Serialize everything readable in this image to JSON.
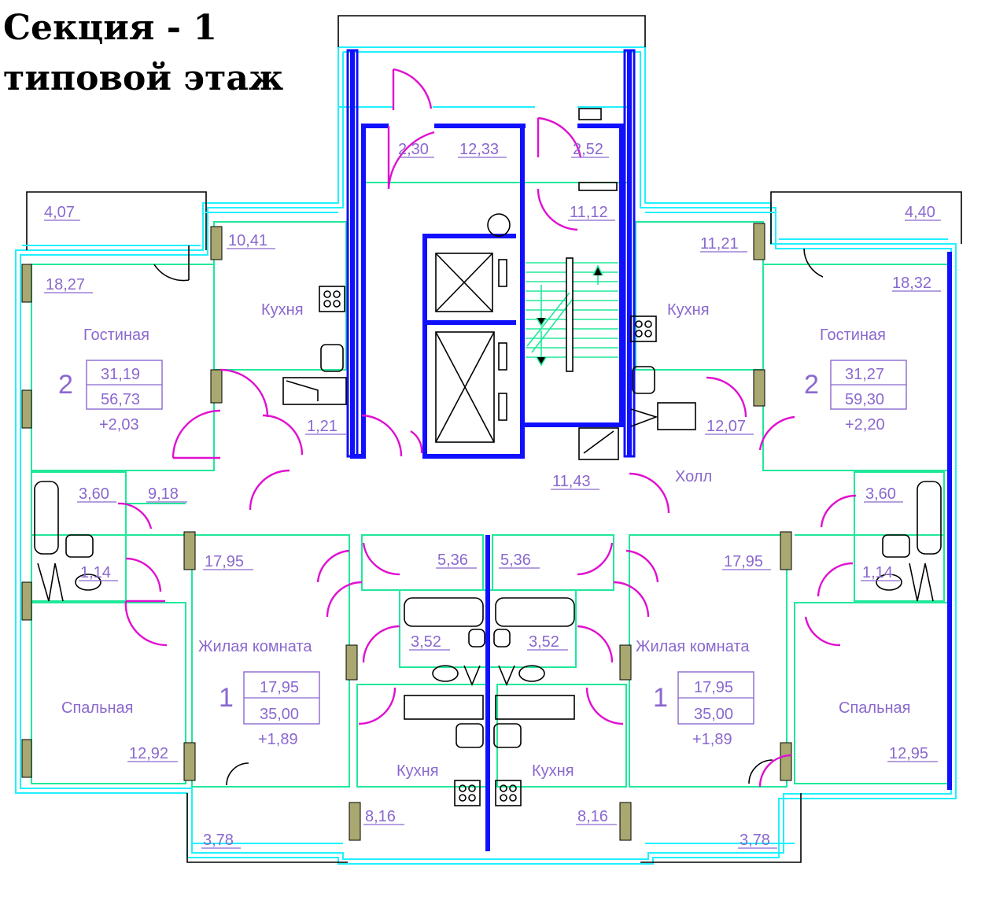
{
  "title_line1": "Секция - 1",
  "title_line2": "типовой этаж",
  "labels": {
    "a_230": "2,30",
    "a_1233": "12,33",
    "a_252": "2,52",
    "a_1112": "11,12",
    "a_407": "4,07",
    "a_1041": "10,41",
    "a_1827": "18,27",
    "kitchen_left": "Кухня",
    "living_left": "Гостиная",
    "num_left_top": "2",
    "box_left_top_a": "31,19",
    "box_left_top_b": "56,73",
    "delta_left_top": "+2,03",
    "a_121": "1,21",
    "a_440": "4,40",
    "a_1121": "11,21",
    "a_1832": "18,32",
    "kitchen_right": "Кухня",
    "living_right": "Гостиная",
    "num_right_top": "2",
    "box_right_top_a": "31,27",
    "box_right_top_b": "59,30",
    "delta_right_top": "+2,20",
    "a_1207": "12,07",
    "a_1143": "11,43",
    "hall": "Холл",
    "a_360_l": "3,60",
    "a_918": "9,18",
    "a_114_l": "1,14",
    "a_360_r": "3,60",
    "a_114_r": "1,14",
    "a_1795_l": "17,95",
    "a_1795_r": "17,95",
    "a_536_l": "5,36",
    "a_536_r": "5,36",
    "a_352_l": "3,52",
    "a_352_r": "3,52",
    "res_left": "Жилая комната",
    "res_right": "Жилая комната",
    "num_left_bot": "1",
    "box_left_bot_a": "17,95",
    "box_left_bot_b": "35,00",
    "delta_left_bot": "+1,89",
    "num_right_bot": "1",
    "box_right_bot_a": "17,95",
    "box_right_bot_b": "35,00",
    "delta_right_bot": "+1,89",
    "bed_left": "Спальная",
    "bed_right": "Спальная",
    "a_1292": "12,92",
    "a_1295": "12,95",
    "kitchen_bl": "Кухня",
    "kitchen_br": "Кухня",
    "a_816_l": "8,16",
    "a_816_r": "8,16",
    "a_378_l": "3,78",
    "a_378_r": "3,78"
  }
}
